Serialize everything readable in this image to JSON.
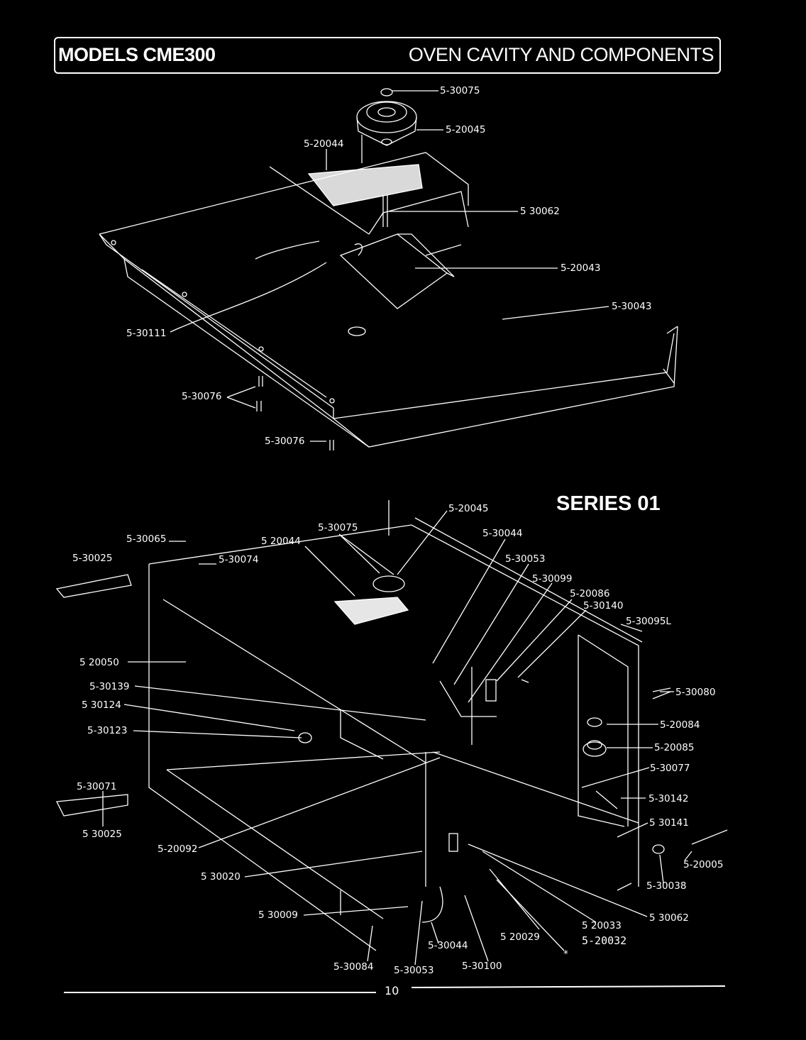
{
  "header": {
    "model": "MODELS CME300",
    "section": "OVEN CAVITY AND COMPONENTS"
  },
  "series": "SERIES 01",
  "page_number": "10",
  "top_diagram": {
    "labels": {
      "p30075": "5-30075",
      "p20045": "5-20045",
      "p20044": "5-20044",
      "p30062": "5 30062",
      "p20043": "5-20043",
      "p30043": "5-30043",
      "p30111": "5-30111",
      "p30076a": "5-30076",
      "p30076b": "5-30076"
    }
  },
  "bottom_diagram": {
    "labels": {
      "b20045": "5-20045",
      "b30075": "5-30075",
      "b30044a": "5-30044",
      "b30065": "5-30065",
      "b20044": "5 20044",
      "b30053a": "5-30053",
      "b30025a": "5-30025",
      "b30074": "5-30074",
      "b30099": "5-30099",
      "b20086": "5-20086",
      "b30140": "5-30140",
      "b30095l": "5-30095L",
      "b20050": "5 20050",
      "b30080": "5-30080",
      "b30139": "5-30139",
      "b30124": "5 30124",
      "b20084": "5-20084",
      "b30123": "5-30123",
      "b20085": "5-20085",
      "b30077": "5-30077",
      "b30071": "5-30071",
      "b30142": "5-30142",
      "b30025b": "5 30025",
      "b30141": "5 30141",
      "b20092": "5-20092",
      "b20005": "5-20005",
      "b30020": "5 30020",
      "b30038": "5-30038",
      "b30062": "5 30062",
      "b30009": "5 30009",
      "b20033": "5 20033",
      "b20032": "5-20032",
      "b20029": "5 20029",
      "b30044b": "5-30044",
      "b30084": "5-30084",
      "b30053b": "5-30053",
      "b30100": "5-30100",
      "star": "*"
    }
  }
}
